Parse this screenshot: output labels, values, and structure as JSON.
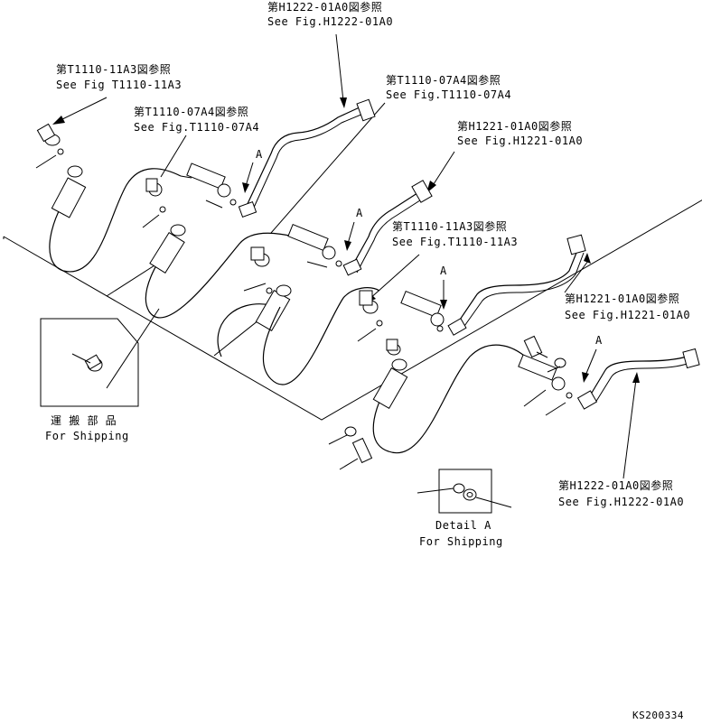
{
  "diagram": {
    "callouts": [
      {
        "jp": "第H1222-01A0図参照",
        "en": "See Fig.H1222-01A0"
      },
      {
        "jp": "第T1110-11A3図参照",
        "en": "See Fig T1110-11A3"
      },
      {
        "jp": "第T1110-07A4図参照",
        "en": "See Fig.T1110-07A4"
      },
      {
        "jp": "第T1110-07A4図参照",
        "en": "See Fig.T1110-07A4"
      },
      {
        "jp": "第H1221-01A0図参照",
        "en": "See Fig.H1221-01A0"
      },
      {
        "jp": "第T1110-11A3図参照",
        "en": "See Fig.T1110-11A3"
      },
      {
        "jp": "第H1221-01A0図参照",
        "en": "See Fig.H1221-01A0"
      },
      {
        "jp": "第H1222-01A0図参照",
        "en": "See Fig.H1222-01A0"
      }
    ],
    "arrow_letter": "A",
    "shipping_jp": "運 搬 部 品",
    "shipping_en": "For Shipping",
    "detail_title": "Detail A",
    "detail_sub": "For Shipping",
    "drawing_code": "KS200334"
  }
}
